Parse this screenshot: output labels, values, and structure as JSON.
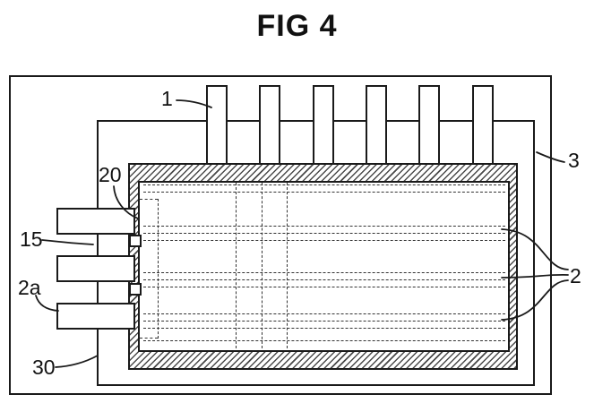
{
  "figure": {
    "title": "FIG 4",
    "labels": {
      "lead_terminal": "1",
      "housing": "3",
      "layer_boundary": "20",
      "contact_15": "15",
      "contact_2a": "2a",
      "electrode_stack": "2",
      "frame": "30"
    }
  }
}
